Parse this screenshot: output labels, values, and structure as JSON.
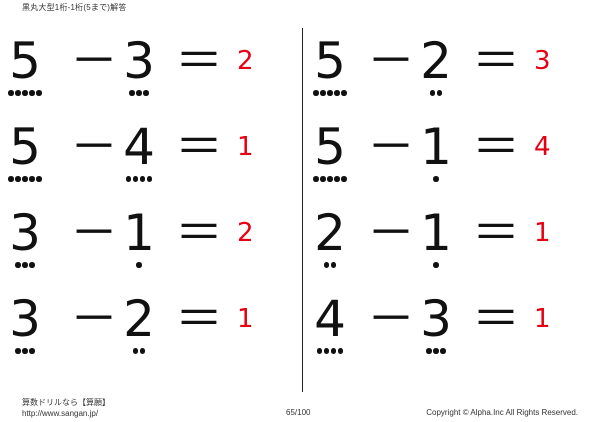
{
  "title": "黒丸大型1桁-1桁(5まで)解答",
  "problems": [
    {
      "a": "5",
      "op": "－",
      "b": "3",
      "eq": "＝",
      "answer": "2",
      "a_dots": 5,
      "b_dots": 3
    },
    {
      "a": "5",
      "op": "－",
      "b": "4",
      "eq": "＝",
      "answer": "1",
      "a_dots": 5,
      "b_dots": 4
    },
    {
      "a": "3",
      "op": "－",
      "b": "1",
      "eq": "＝",
      "answer": "2",
      "a_dots": 3,
      "b_dots": 1
    },
    {
      "a": "3",
      "op": "－",
      "b": "2",
      "eq": "＝",
      "answer": "1",
      "a_dots": 3,
      "b_dots": 2
    },
    {
      "a": "5",
      "op": "－",
      "b": "2",
      "eq": "＝",
      "answer": "3",
      "a_dots": 5,
      "b_dots": 2
    },
    {
      "a": "5",
      "op": "－",
      "b": "1",
      "eq": "＝",
      "answer": "4",
      "a_dots": 5,
      "b_dots": 1
    },
    {
      "a": "2",
      "op": "－",
      "b": "1",
      "eq": "＝",
      "answer": "1",
      "a_dots": 2,
      "b_dots": 1
    },
    {
      "a": "4",
      "op": "－",
      "b": "3",
      "eq": "＝",
      "answer": "1",
      "a_dots": 4,
      "b_dots": 3
    }
  ],
  "footer": {
    "site_name": "算数ドリルなら【算願】",
    "url": "http://www.sangan.jp/",
    "page": "65/100",
    "copyright": "Copyright © Alpha.Inc All Rights Reserved."
  },
  "colors": {
    "answer": "#e60012",
    "text": "#111111"
  }
}
